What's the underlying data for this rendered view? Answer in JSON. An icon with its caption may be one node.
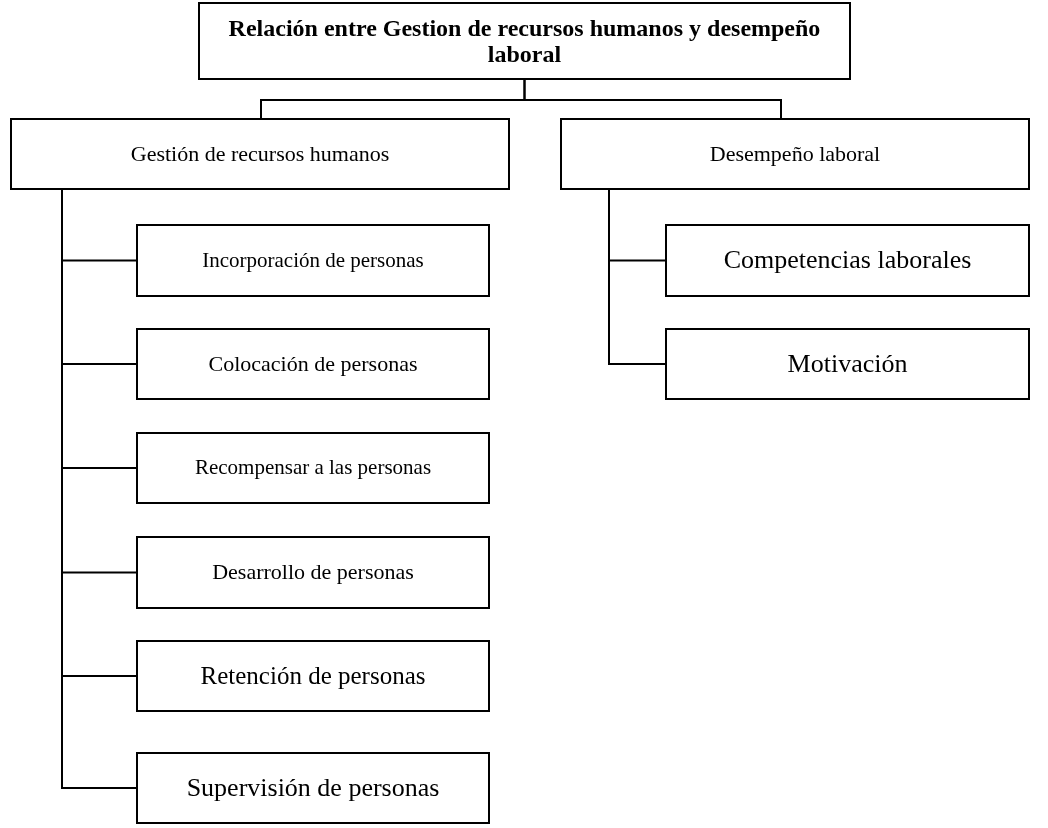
{
  "diagram": {
    "nodes": [
      {
        "text": [
          "Relación entre Gestion de recursos humanos y desempeño laboral"
        ]
      },
      {
        "text": [
          "Gestión de recursos humanos"
        ]
      },
      {
        "text": [
          "Desempeño laboral"
        ]
      },
      {
        "text": [
          "Incorporación de personas"
        ]
      },
      {
        "text": [
          "Colocación de personas"
        ]
      },
      {
        "text": [
          "Recompensar a las personas"
        ]
      },
      {
        "text": [
          "Desarrollo de personas"
        ]
      },
      {
        "text": [
          "Retención de personas"
        ]
      },
      {
        "text": [
          "Supervisión de personas"
        ]
      },
      {
        "text": [
          "Competencias laborales"
        ]
      },
      {
        "text": [
          "Motivación"
        ]
      }
    ],
    "edges": [
      {
        "from": 0,
        "to": 1,
        "arrow": "none"
      },
      {
        "from": 0,
        "to": 2,
        "arrow": "none"
      },
      {
        "from": 1,
        "to": 3,
        "arrow": "none"
      },
      {
        "from": 1,
        "to": 4,
        "arrow": "none"
      },
      {
        "from": 1,
        "to": 5,
        "arrow": "none"
      },
      {
        "from": 1,
        "to": 6,
        "arrow": "none"
      },
      {
        "from": 1,
        "to": 7,
        "arrow": "none"
      },
      {
        "from": 1,
        "to": 8,
        "arrow": "none"
      },
      {
        "from": 2,
        "to": 9,
        "arrow": "none"
      },
      {
        "from": 2,
        "to": 10,
        "arrow": "none"
      }
    ]
  }
}
